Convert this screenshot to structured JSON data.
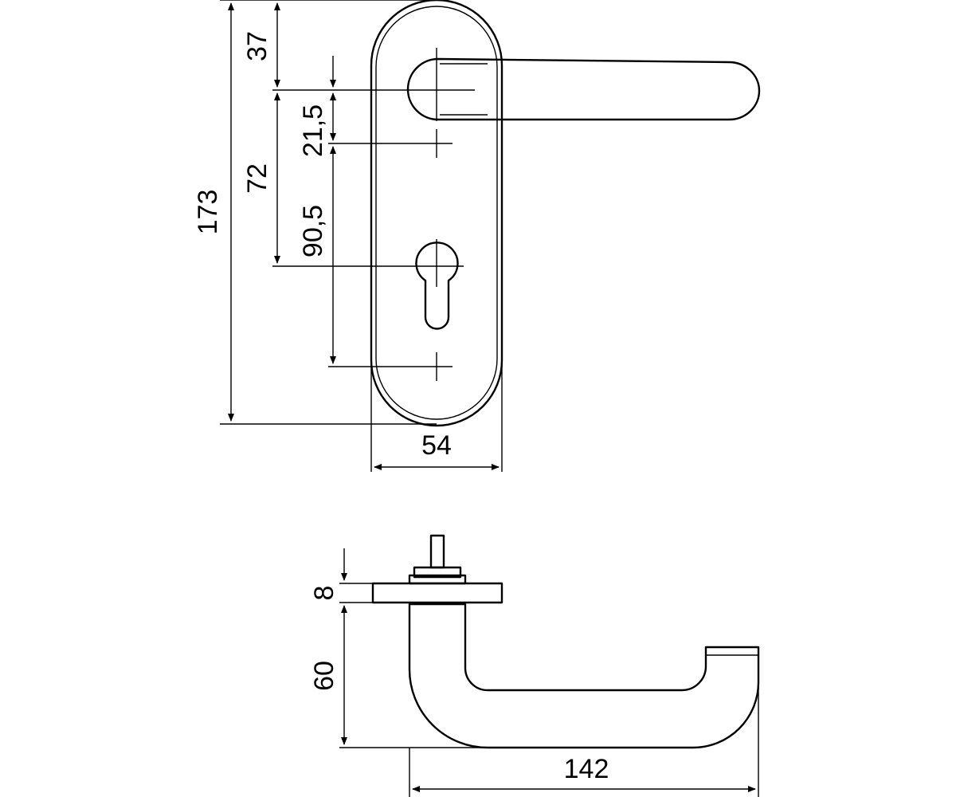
{
  "dimensions": {
    "top_view": {
      "total_height": "173",
      "top_to_lever_axis": "37",
      "lever_axis_to_keyhole": "72",
      "lever_axis_to_upper_fixing": "21,5",
      "upper_fixing_to_lower_fixing": "90,5",
      "plate_width": "54"
    },
    "side_view": {
      "rose_thickness": "8",
      "lever_projection": "60",
      "lever_length": "142"
    }
  }
}
